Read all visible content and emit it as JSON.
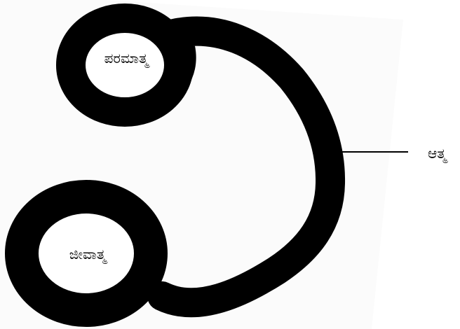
{
  "diagram": {
    "labels": {
      "upper_loop": "ಪರಮಾತ್ಮ",
      "lower_loop": "ಜೀವಾತ್ಮ",
      "pointer": "ಆತ್ಮ"
    },
    "colors": {
      "background": "#ffffff",
      "page_tint": "#fbfbfb",
      "stroke": "#000000",
      "text": "#111111"
    }
  }
}
